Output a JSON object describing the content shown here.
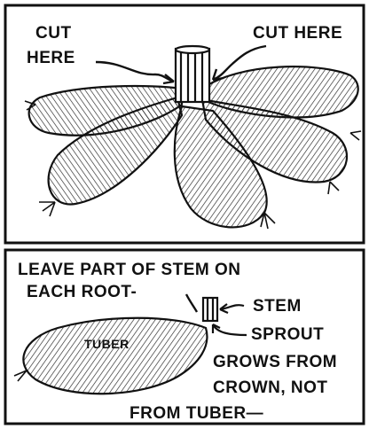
{
  "top_panel": {
    "label_left_line1": "CUT",
    "label_left_line2": "HERE",
    "label_right": "CUT HERE"
  },
  "bottom_panel": {
    "caption_line1": "LEAVE PART OF STEM ON",
    "caption_line2": "EACH ROOT-",
    "stem_label": "STEM",
    "tuber_label": "TUBER",
    "sprout_line1": "SPROUT",
    "sprout_line2": "GROWS FROM",
    "sprout_line3": "CROWN, NOT",
    "sprout_line4": "FROM TUBER—"
  },
  "colors": {
    "ink": "#111111",
    "paper": "#ffffff"
  }
}
